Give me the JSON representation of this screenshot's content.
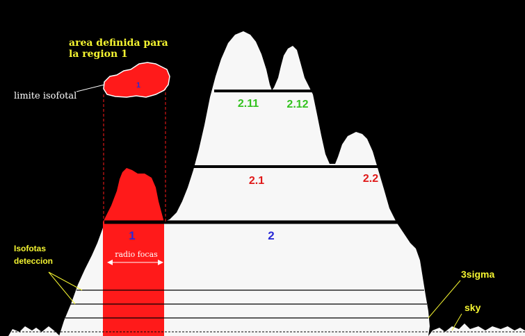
{
  "colors": {
    "background": "#000000",
    "mountain": "#f7f7f7",
    "region1": "#ff1a1a",
    "label_blue": "#2a2ad6",
    "label_red": "#e01818",
    "label_green": "#33c21f",
    "label_yellow": "#f5f531",
    "text_white": "#ffffff"
  },
  "region1_callout": {
    "title_line1": "area definida para",
    "title_line2": "la region 1",
    "blob_label": "1",
    "isophot_label": "limite isofotal"
  },
  "region_labels": {
    "r1": "1",
    "r2": "2",
    "r2_1": "2.1",
    "r2_2": "2.2",
    "r2_11": "2.11",
    "r2_12": "2.12"
  },
  "annotations": {
    "isofotas_line1": "Isofotas",
    "isofotas_line2": "deteccion",
    "radio_focas": "radio focas",
    "three_sigma": "3sigma",
    "sky": "sky"
  }
}
